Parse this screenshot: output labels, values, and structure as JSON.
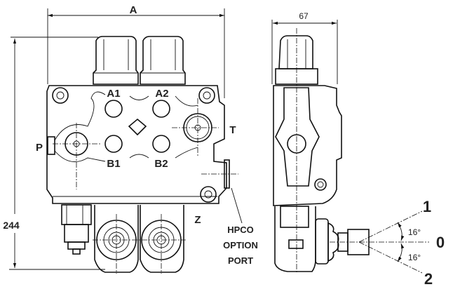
{
  "front_view": {
    "dim_width": "A",
    "dim_height": "244",
    "ports": {
      "a1": "A1",
      "a2": "A2",
      "b1": "B1",
      "b2": "B2",
      "p": "P",
      "t": "T",
      "z": "Z"
    },
    "hpco_label": [
      "HPCO",
      "OPTION",
      "PORT"
    ]
  },
  "side_view": {
    "dim_depth": "67",
    "lever_positions": {
      "pos1": "1",
      "pos0": "0",
      "pos2": "2"
    },
    "angle_up": "16°",
    "angle_down": "16°"
  }
}
